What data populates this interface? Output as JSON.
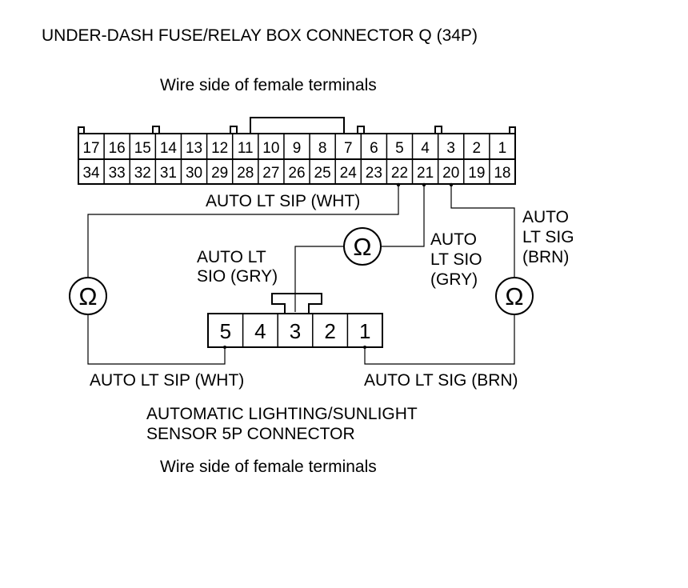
{
  "title": "UNDER-DASH FUSE/RELAY BOX CONNECTOR Q (34P)",
  "top_view_note": "Wire side of female terminals",
  "connector_q": {
    "row_top": [
      "17",
      "16",
      "15",
      "14",
      "13",
      "12",
      "11",
      "10",
      "9",
      "8",
      "7",
      "6",
      "5",
      "4",
      "3",
      "2",
      "1"
    ],
    "row_bottom": [
      "34",
      "33",
      "32",
      "31",
      "30",
      "29",
      "28",
      "27",
      "26",
      "25",
      "24",
      "23",
      "22",
      "21",
      "20",
      "19",
      "18"
    ]
  },
  "sensor_connector": {
    "pins": [
      "5",
      "4",
      "3",
      "2",
      "1"
    ]
  },
  "wire_labels": {
    "sip_top": "AUTO LT SIP (WHT)",
    "sio_left_1": "AUTO LT",
    "sio_left_2": "SIO (GRY)",
    "sio_right_1": "AUTO",
    "sio_right_2": "LT SIO",
    "sio_right_3": "(GRY)",
    "sig_right_1": "AUTO",
    "sig_right_2": "LT SIG",
    "sig_right_3": "(BRN)",
    "sip_bottom": "AUTO LT SIP (WHT)",
    "sig_bottom": "AUTO LT SIG (BRN)"
  },
  "ohmmeter_symbol": "Ω",
  "sensor_title_1": "AUTOMATIC LIGHTING/SUNLIGHT",
  "sensor_title_2": "SENSOR 5P CONNECTOR",
  "bottom_view_note": "Wire side of female terminals",
  "icons": [
    "ohmmeter-icon"
  ]
}
